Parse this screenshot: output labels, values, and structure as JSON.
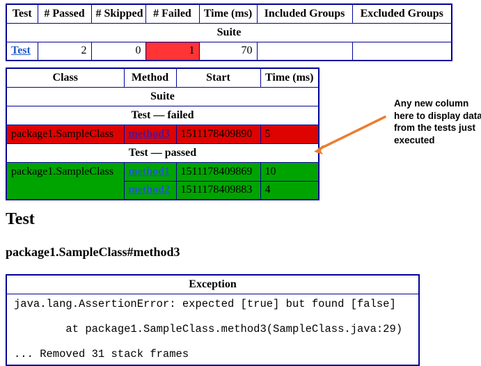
{
  "summary_table": {
    "headers": [
      "Test",
      "# Passed",
      "# Skipped",
      "# Failed",
      "Time (ms)",
      "Included Groups",
      "Excluded Groups"
    ],
    "suite_label": "Suite",
    "row": {
      "test_link": "Test",
      "passed": "2",
      "skipped": "0",
      "failed": "1",
      "time_ms": "70",
      "included_groups": "",
      "excluded_groups": ""
    }
  },
  "detail_table": {
    "headers": [
      "Class",
      "Method",
      "Start",
      "Time (ms)"
    ],
    "suite_label": "Suite",
    "failed_section_label": "Test — failed",
    "passed_section_label": "Test — passed",
    "failed_rows": [
      {
        "class": "package1.SampleClass",
        "method": "method3",
        "start": "1511178409890",
        "time_ms": "5"
      }
    ],
    "passed_rows": [
      {
        "class": "package1.SampleClass",
        "method": "method1",
        "start": "1511178409869",
        "time_ms": "10"
      },
      {
        "method": "method2",
        "start": "1511178409883",
        "time_ms": "4"
      }
    ]
  },
  "annotation": {
    "lines": [
      "Any new column",
      "here to display data",
      "from the tests just",
      "executed"
    ]
  },
  "headings": {
    "test_title": "Test",
    "method_title": "package1.SampleClass#method3"
  },
  "exception_table": {
    "header": "Exception",
    "lines": [
      "java.lang.AssertionError: expected [true] but found [false]",
      "        at package1.SampleClass.method3(SampleClass.java:29)",
      "... Removed 31 stack frames"
    ]
  },
  "colors": {
    "border": "#000099",
    "failed_cell": "#FF3434",
    "failed_row": "#DC0300",
    "passed_row": "#00A400",
    "link_blue": "#1E5AC8",
    "link_visited": "#55148C",
    "arrow_orange": "#ED7D31"
  }
}
